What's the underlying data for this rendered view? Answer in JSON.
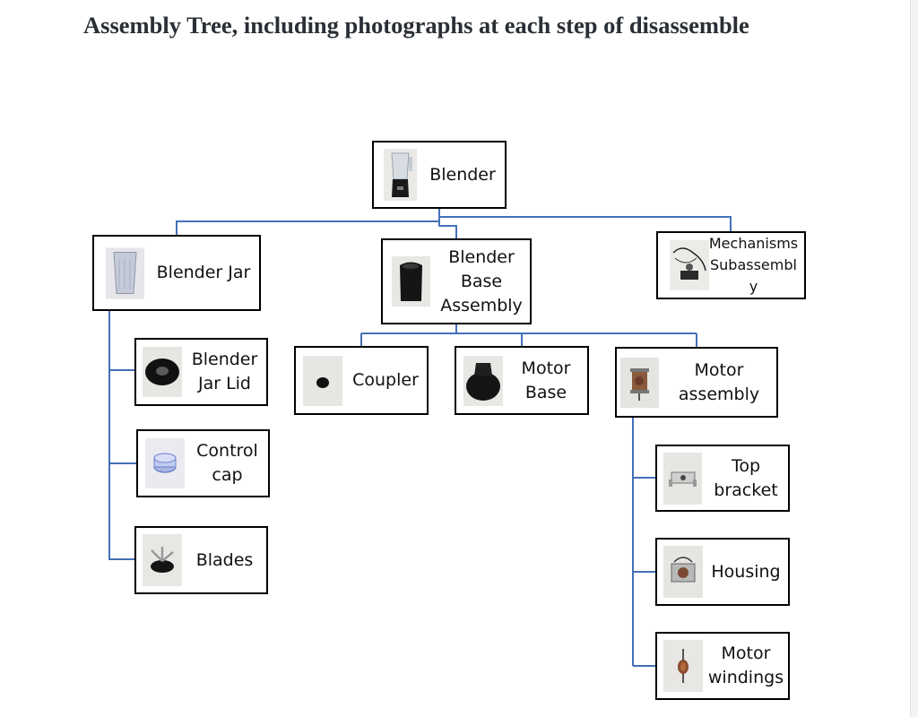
{
  "title": "Assembly Tree, including photographs at each step of disassemble",
  "colors": {
    "connector": "#4470b8",
    "border": "#000000"
  },
  "nodes": {
    "blender": {
      "lines": [
        "Blender"
      ],
      "photo": "blender-photo"
    },
    "blender_jar": {
      "lines": [
        "Blender Jar"
      ],
      "photo": "blender-jar-photo"
    },
    "base_assembly": {
      "lines": [
        "Blender",
        "Base",
        "Assembly"
      ],
      "photo": "base-assembly-photo"
    },
    "mechanisms": {
      "lines": [
        "Mechanisms",
        "Subassembl",
        "y"
      ],
      "photo": "mechanisms-photo"
    },
    "jar_lid": {
      "lines": [
        "Blender",
        "Jar Lid"
      ],
      "photo": "jar-lid-photo"
    },
    "control_cap": {
      "lines": [
        "Control",
        "cap"
      ],
      "photo": "control-cap-photo"
    },
    "blades": {
      "lines": [
        "Blades"
      ],
      "photo": "blades-photo"
    },
    "coupler": {
      "lines": [
        "Coupler"
      ],
      "photo": "coupler-photo"
    },
    "motor_base": {
      "lines": [
        "Motor",
        "Base"
      ],
      "photo": "motor-base-photo"
    },
    "motor_assembly": {
      "lines": [
        "Motor",
        "assembly"
      ],
      "photo": "motor-assembly-photo"
    },
    "top_bracket": {
      "lines": [
        "Top",
        "bracket"
      ],
      "photo": "top-bracket-photo"
    },
    "housing": {
      "lines": [
        "Housing"
      ],
      "photo": "housing-photo"
    },
    "motor_windings": {
      "lines": [
        "Motor",
        "windings"
      ],
      "photo": "motor-windings-photo"
    }
  }
}
